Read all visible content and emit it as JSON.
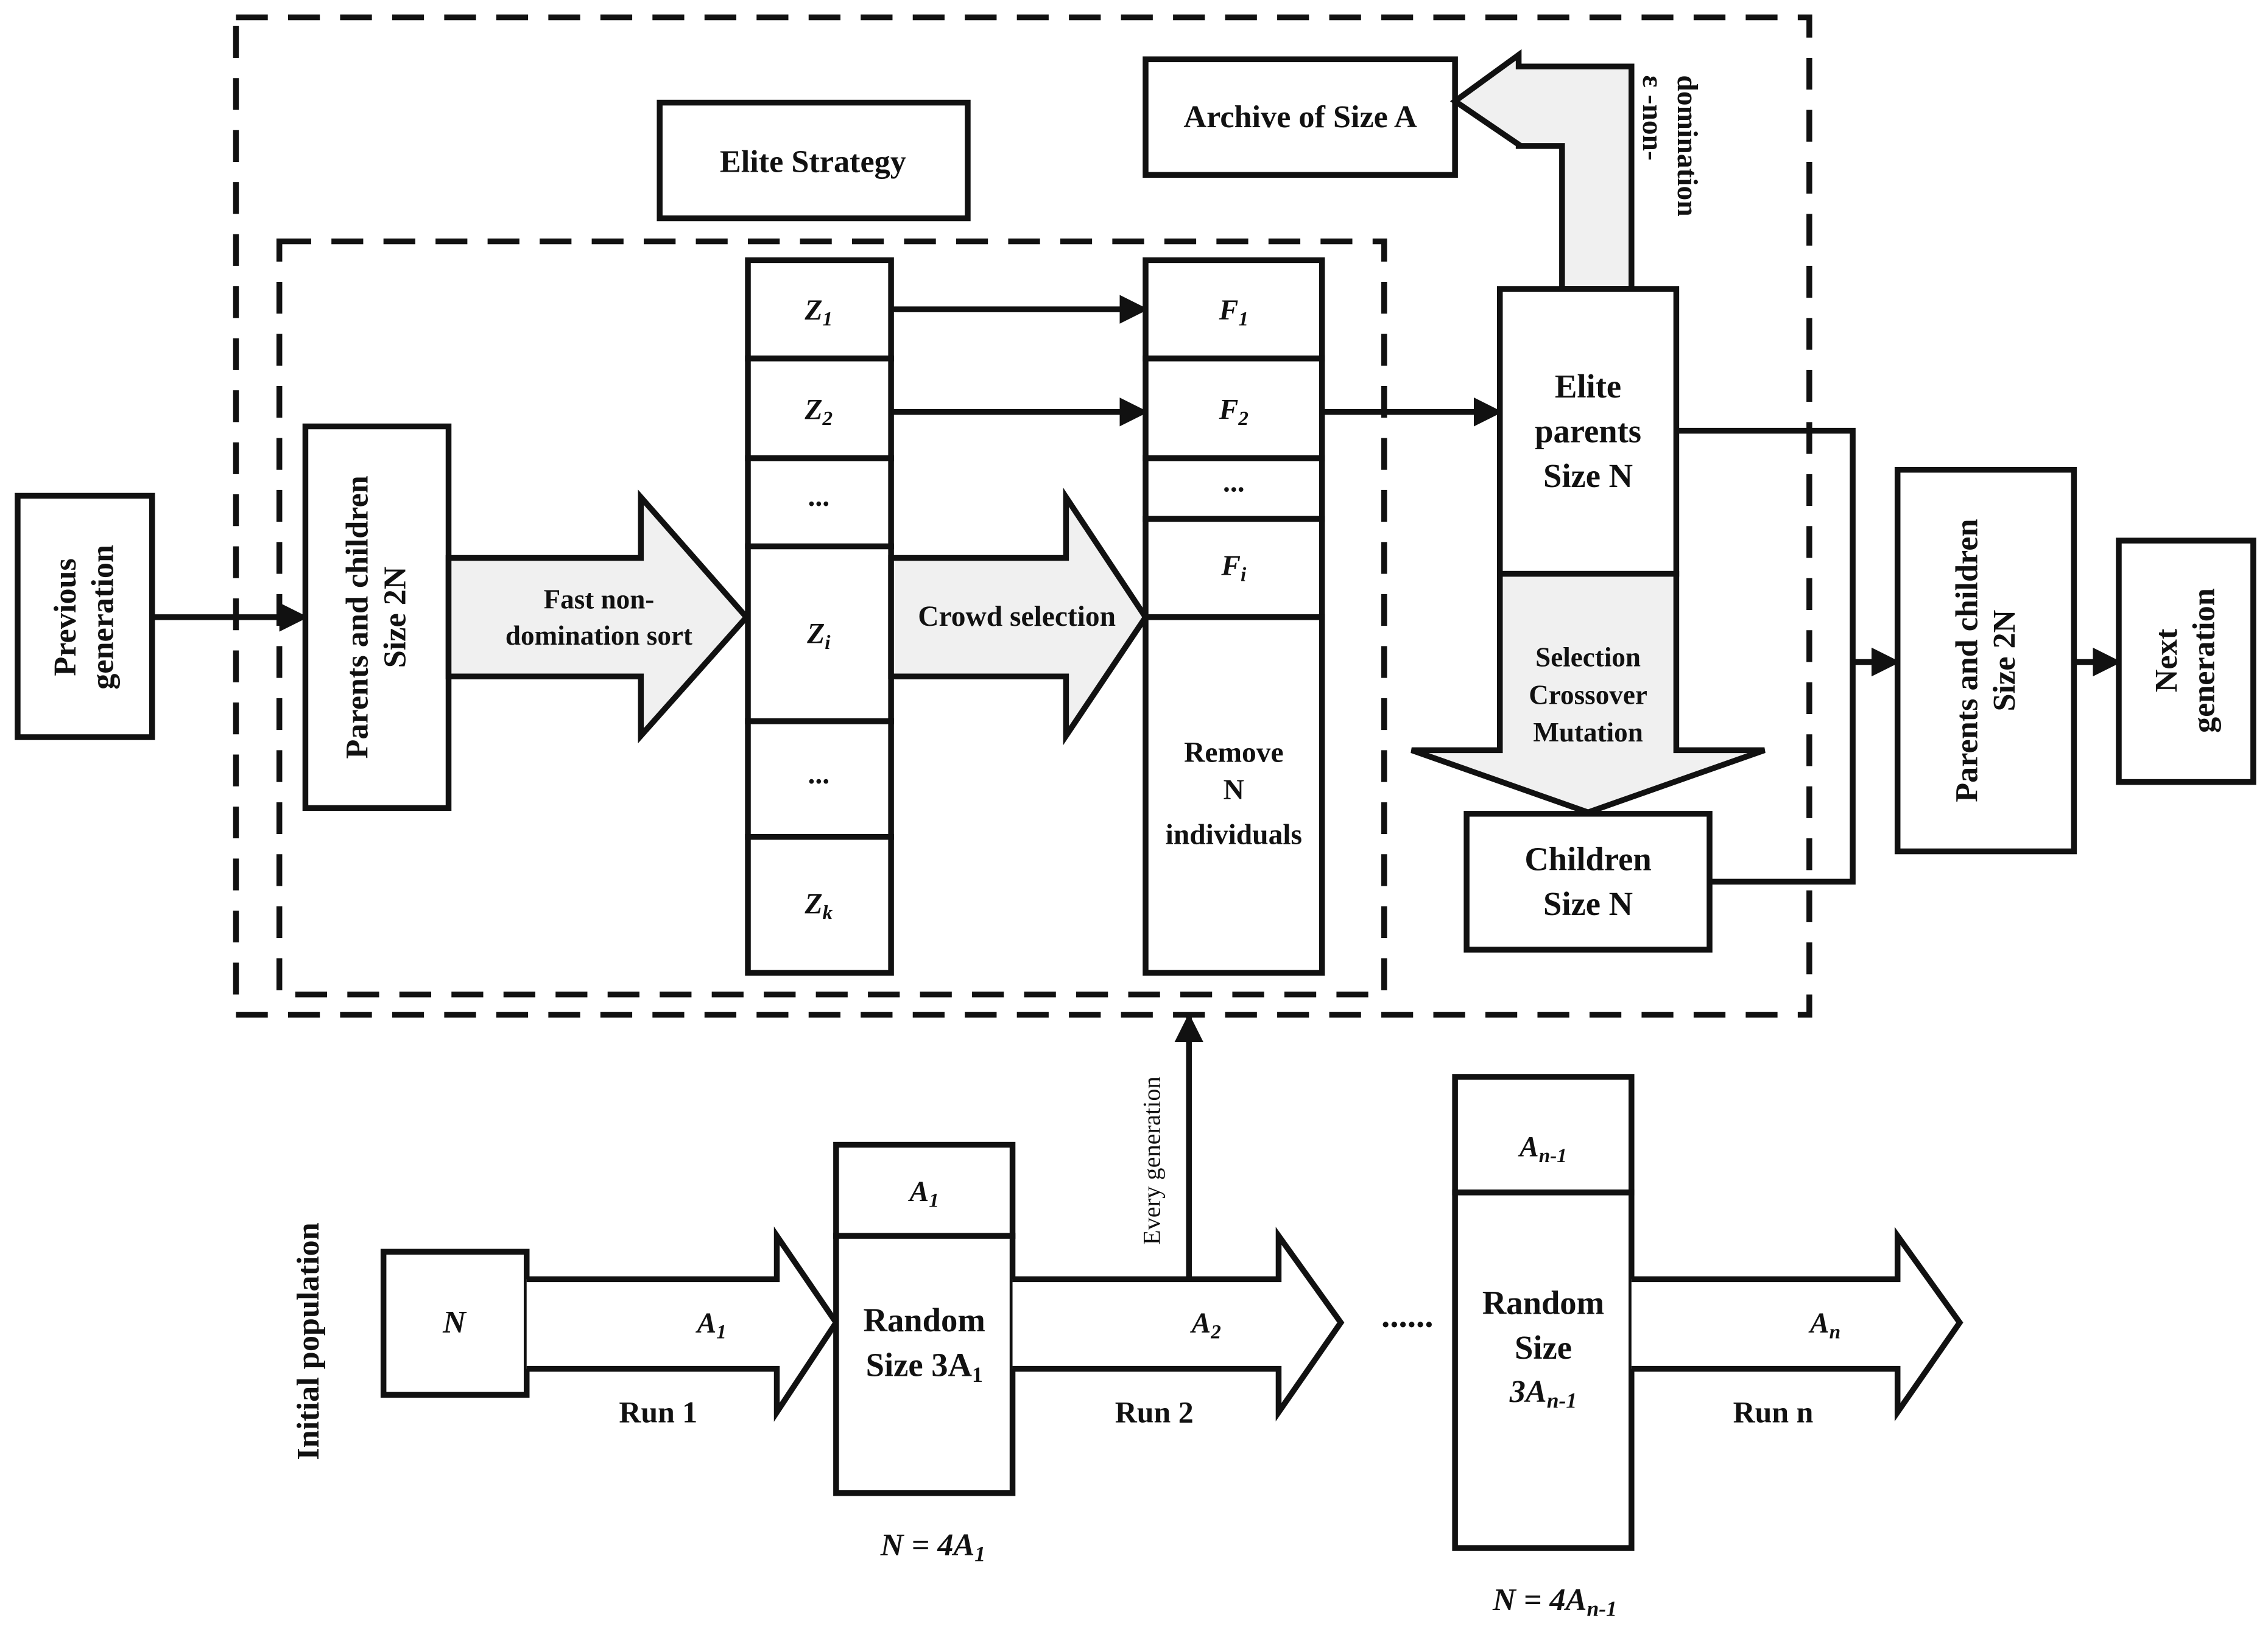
{
  "elite_strategy_label": "Elite Strategy",
  "archive_label": "Archive of Size A",
  "eps_label_line1": "ε -non-",
  "eps_label_line2": "domination",
  "previous_generation": [
    "Previous",
    "generation"
  ],
  "parents_children_left": [
    "Parents and children",
    "Size 2N"
  ],
  "fast_sort_label": [
    "Fast non-",
    "domination sort"
  ],
  "z_column": [
    {
      "base": "Z",
      "sub": "1"
    },
    {
      "base": "Z",
      "sub": "2"
    },
    {
      "base": "...",
      "sub": ""
    },
    {
      "base": "Z",
      "sub": "i"
    },
    {
      "base": "...",
      "sub": ""
    },
    {
      "base": "Z",
      "sub": "k"
    }
  ],
  "crowd_selection_label": "Crowd selection",
  "f_column": [
    {
      "base": "F",
      "sub": "1"
    },
    {
      "base": "F",
      "sub": "2"
    },
    {
      "base": "...",
      "sub": ""
    },
    {
      "base": "F",
      "sub": "i"
    }
  ],
  "remove_label": [
    "Remove",
    "N",
    "individuals"
  ],
  "elite_parents": [
    "Elite",
    "parents",
    "Size N"
  ],
  "genetic_ops": [
    "Selection",
    "Crossover",
    "Mutation"
  ],
  "children_label": [
    "Children",
    "Size N"
  ],
  "parents_children_right": [
    "Parents and children",
    "Size 2N"
  ],
  "next_generation": [
    "Next",
    "generation"
  ],
  "every_generation": "Every generation",
  "initial_population": "Initial population",
  "init_box": "N",
  "run1": {
    "arrow": {
      "base": "A",
      "sub": "1"
    },
    "label": "Run 1"
  },
  "run2": {
    "arrow": {
      "base": "A",
      "sub": "2"
    },
    "label": "Run 2"
  },
  "runn": {
    "arrow": {
      "base": "A",
      "sub": "n"
    },
    "label": "Run n"
  },
  "stack1": {
    "top": {
      "base": "A",
      "sub": "1"
    },
    "lines": [
      "Random",
      "Size 3A"
    ],
    "sub": "1",
    "eq": {
      "lhs": "N = 4A",
      "sub": "1"
    }
  },
  "stackn": {
    "top": {
      "base": "A",
      "sub": "n-1"
    },
    "lines": [
      "Random",
      "Size"
    ],
    "line3": {
      "base": "3A",
      "sub": "n-1"
    },
    "eq": {
      "lhs": "N = 4A",
      "sub": "n-1"
    }
  },
  "ellipsis": "......"
}
